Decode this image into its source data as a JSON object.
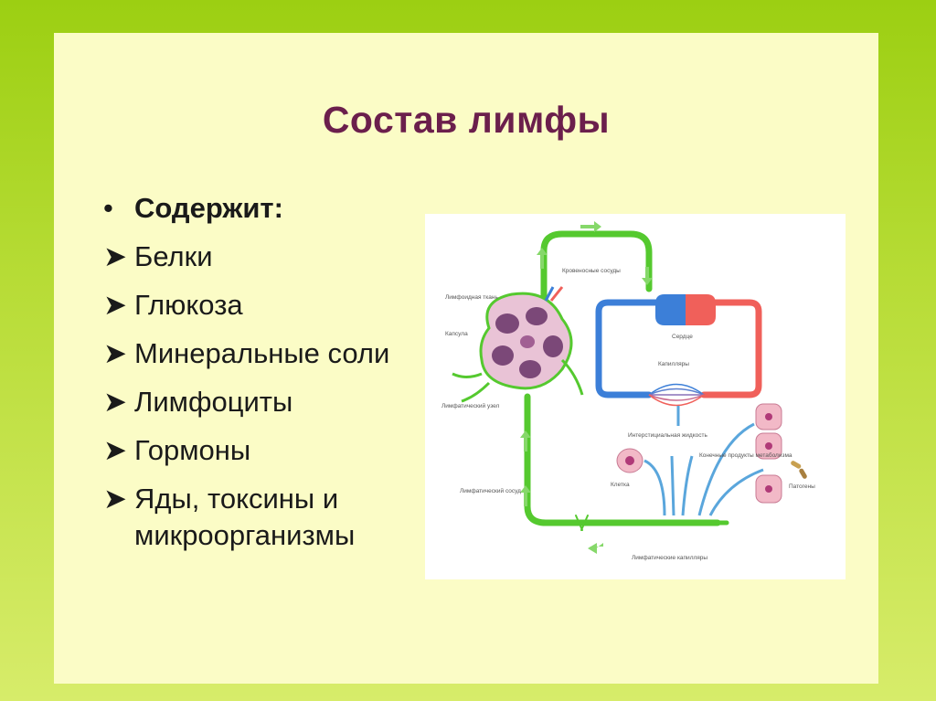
{
  "slide": {
    "title": "Состав лимфы",
    "bullet_head": "Содержит:",
    "bullet_marker": "•",
    "arrow_marker": "➤",
    "items": [
      "Белки",
      "Глюкоза",
      "Минеральные соли",
      "Лимфоциты",
      "Гормоны",
      "Яды, токсины и микроорганизмы"
    ]
  },
  "diagram": {
    "labels": {
      "lymphoid_tissue": "Лимфоидная ткань",
      "blood_vessels": "Кровеносные сосуды",
      "capsule": "Капсула",
      "heart": "Сердце",
      "capillaries": "Капилляры",
      "lymph_node": "Лимфатический узел",
      "interstitial_fluid": "Интерстициальная жидкость",
      "metabolic_products": "Конечные продукты метаболизма",
      "cell": "Клетка",
      "pathogens": "Патогены",
      "lymph_vessel": "Лимфатический сосуд",
      "lymph_capillaries": "Лимфатические капилляры"
    },
    "colors": {
      "lymph": "#55c92f",
      "arterial": "#f0605a",
      "venous": "#3c7fd8",
      "node_tissue": "#7b4878",
      "cell_fill": "#f2b9c7",
      "nucleus": "#b03a78"
    }
  }
}
